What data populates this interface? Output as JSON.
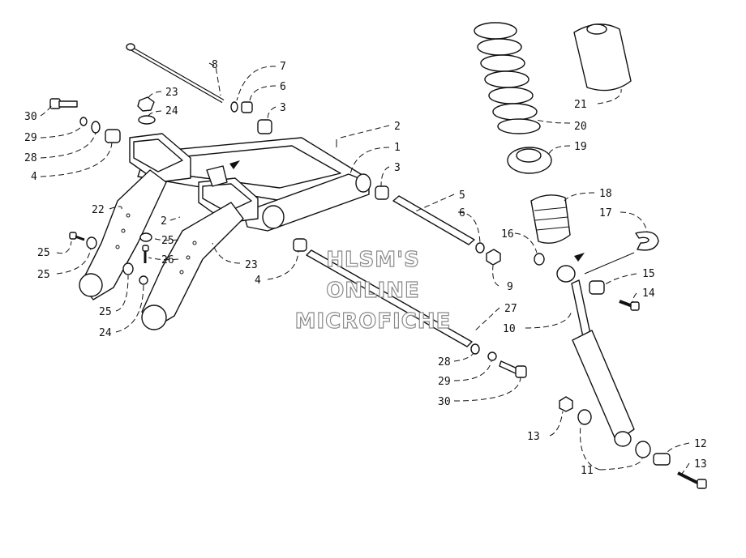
{
  "watermark": {
    "line1": "HLSM'S",
    "line2": "ONLINE",
    "line3": "MICROFICHE"
  },
  "callouts": [
    {
      "id": "c1",
      "label": "1"
    },
    {
      "id": "c2a",
      "label": "2"
    },
    {
      "id": "c2b",
      "label": "2"
    },
    {
      "id": "c3a",
      "label": "3"
    },
    {
      "id": "c3b",
      "label": "3"
    },
    {
      "id": "c4a",
      "label": "4"
    },
    {
      "id": "c4b",
      "label": "4"
    },
    {
      "id": "c5",
      "label": "5"
    },
    {
      "id": "c6a",
      "label": "6"
    },
    {
      "id": "c6b",
      "label": "6"
    },
    {
      "id": "c7",
      "label": "7"
    },
    {
      "id": "c8",
      "label": "8"
    },
    {
      "id": "c9",
      "label": "9"
    },
    {
      "id": "c10",
      "label": "10"
    },
    {
      "id": "c11",
      "label": "11"
    },
    {
      "id": "c12",
      "label": "12"
    },
    {
      "id": "c13",
      "label": "13"
    },
    {
      "id": "c14",
      "label": "14"
    },
    {
      "id": "c15",
      "label": "15"
    },
    {
      "id": "c16",
      "label": "16"
    },
    {
      "id": "c17",
      "label": "17"
    },
    {
      "id": "c18",
      "label": "18"
    },
    {
      "id": "c19",
      "label": "19"
    },
    {
      "id": "c20",
      "label": "20"
    },
    {
      "id": "c21",
      "label": "21"
    },
    {
      "id": "c22",
      "label": "22"
    },
    {
      "id": "c23a",
      "label": "23"
    },
    {
      "id": "c23b",
      "label": "23"
    },
    {
      "id": "c24a",
      "label": "24"
    },
    {
      "id": "c24b",
      "label": "24"
    },
    {
      "id": "c25a",
      "label": "25"
    },
    {
      "id": "c25b",
      "label": "25"
    },
    {
      "id": "c25c",
      "label": "25"
    },
    {
      "id": "c25d",
      "label": "25"
    },
    {
      "id": "c26a",
      "label": "26"
    },
    {
      "id": "c26b",
      "label": "26"
    },
    {
      "id": "c27",
      "label": "27"
    },
    {
      "id": "c28a",
      "label": "28"
    },
    {
      "id": "c28b",
      "label": "28"
    },
    {
      "id": "c29a",
      "label": "29"
    },
    {
      "id": "c29b",
      "label": "29"
    },
    {
      "id": "c30a",
      "label": "30"
    },
    {
      "id": "c30b",
      "label": "30"
    }
  ]
}
